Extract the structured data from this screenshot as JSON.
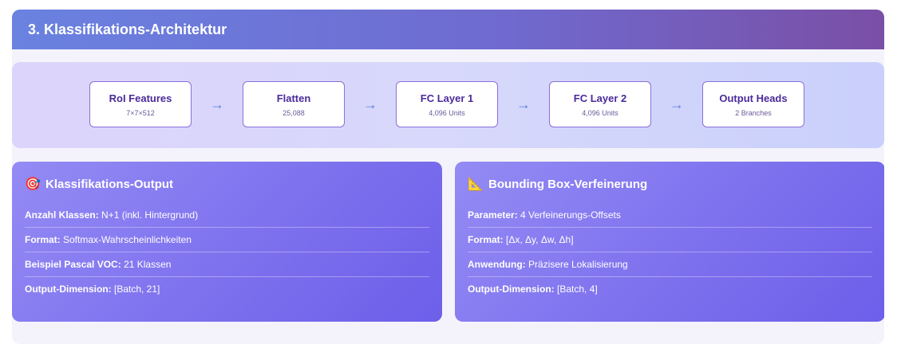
{
  "section": {
    "title": "3. Klassifikations-Architektur"
  },
  "flow": {
    "nodes": [
      {
        "title": "RoI Features",
        "sub": "7×7×512"
      },
      {
        "title": "Flatten",
        "sub": "25,088"
      },
      {
        "title": "FC Layer 1",
        "sub": "4,096 Units"
      },
      {
        "title": "FC Layer 2",
        "sub": "4,096 Units"
      },
      {
        "title": "Output Heads",
        "sub": "2 Branches"
      }
    ],
    "arrow": "→"
  },
  "cards": [
    {
      "icon": "🎯",
      "icon_name": "target-icon",
      "title": "Klassifikations-Output",
      "rows": [
        {
          "label": "Anzahl Klassen:",
          "value": " N+1 (inkl. Hintergrund)"
        },
        {
          "label": "Format:",
          "value": " Softmax-Wahrscheinlichkeiten"
        },
        {
          "label": "Beispiel Pascal VOC:",
          "value": " 21 Klassen"
        },
        {
          "label": "Output-Dimension:",
          "value": " [Batch, 21]"
        }
      ]
    },
    {
      "icon": "📐",
      "icon_name": "triangular-ruler-icon",
      "title": "Bounding Box-Verfeinerung",
      "rows": [
        {
          "label": "Parameter:",
          "value": " 4 Verfeinerungs-Offsets"
        },
        {
          "label": "Format:",
          "value": " [Δx, Δy, Δw, Δh]"
        },
        {
          "label": "Anwendung:",
          "value": " Präzisere Lokalisierung"
        },
        {
          "label": "Output-Dimension:",
          "value": " [Batch, 4]"
        }
      ]
    }
  ],
  "colors": {
    "header_start": "#6a82e0",
    "header_end": "#7a4fa6",
    "card_accent": "#7d71ee",
    "node_border": "#8b6fdb",
    "arrow": "#5b7fd6"
  }
}
